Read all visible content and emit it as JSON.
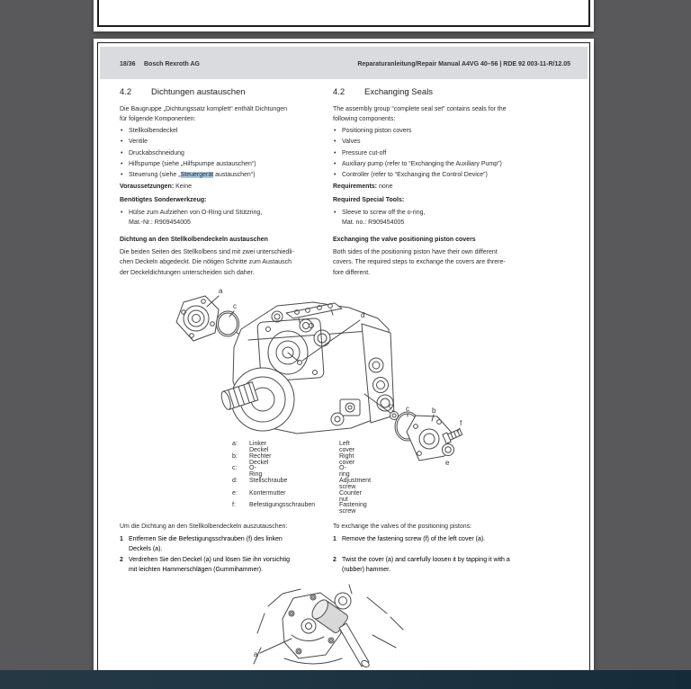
{
  "header": {
    "page_number": "18/36",
    "company": "Bosch Rexroth AG",
    "manual_title": "Reparaturanleitung/Repair Manual A4VG 40–56 | RDE 92 003-11-R/12.05"
  },
  "left_column": {
    "section_number": "4.2",
    "section_title": "Dichtungen austauschen",
    "intro": "Die Baugruppe „Dichtungssatz komplett“ enthält Dichtungen\nfür folgende Komponenten:",
    "bullets": [
      "Stellkolbendeckel",
      "Ventile",
      "Druckabschneidung",
      "Hilfspumpe (siehe „Hilfspumpe austauschen“)"
    ],
    "bullet_highlight": {
      "pre": "Steuerung (siehe „",
      "highlight": "Steuergerät",
      "post": " austauschen“)"
    },
    "requirements_label": "Voraussetzungen:",
    "requirements_value": " Keine",
    "tools_heading": "Benötigtes Sonderwerkzeug:",
    "tool_bullet": "Hülse zum Aufziehen von O-Ring und Stützring,\nMat.-Nr.: R909454005",
    "sub_heading": "Dichtung an den Stellkolbendeckeln austauschen",
    "sub_para": "Die beiden Seiten des Stellkolbens sind mit zwei unterschiedli-\nchen Deckeln abgedeckt. Die nötigen Schritte zum Austausch\nder Deckeldichtungen unterscheiden sich daher.",
    "steps_intro": "Um die Dichtung an den Stellkolbendeckeln auszutauschen:",
    "steps": [
      {
        "num": "1",
        "text": "Entfernen Sie die Befestigungsschrauben (f) des linken\nDeckels (a)."
      },
      {
        "num": "2",
        "text": "Verdrehen Sie den Deckel (a) und lösen Sie ihn vorsichtig\nmit leichten Hammerschlägen (Gummihammer)."
      }
    ]
  },
  "right_column": {
    "section_number": "4.2",
    "section_title": "Exchanging Seals",
    "intro": "The assembly group “complete seal set” contains seals for the\nfollowing components:",
    "bullets": [
      "Positioning piston covers",
      "Valves",
      "Pressure cut-off",
      "Auxiliary pump (refer to “Exchanging the Auxiliary Pump”)",
      "Controller (refer to “Exchanging the Control Device”)"
    ],
    "requirements_label": "Requirements:",
    "requirements_value": " none",
    "tools_heading": "Required Special Tools:",
    "tool_bullet": "Sleeve to screw off the o-ring,\nMat. no.: R909454005",
    "sub_heading": "Exchanging the valve positioning piston covers",
    "sub_para": "Both sides of the positioning piston have their own different\ncovers. The required steps to exchange the covers are threre-\nfore different.",
    "steps_intro": "To exchange the valves of the positioning pistons:",
    "steps": [
      {
        "num": "1",
        "text": "Remove the fastening screw (f) of the left cover (a)."
      },
      {
        "num": "2",
        "text": "Twist the cover (a) and carefully loosen it by tapping it with a\n(rubber) hammer."
      }
    ]
  },
  "legend": {
    "rows": [
      {
        "key": "a:",
        "de": "Linker Deckel",
        "en": "Left cover"
      },
      {
        "key": "b:",
        "de": "Rechter Deckel",
        "en": "Right cover"
      },
      {
        "key": "c:",
        "de": "O-Ring",
        "en": "O-ring"
      },
      {
        "key": "d:",
        "de": "Stellschraube",
        "en": "Adjustment screw"
      },
      {
        "key": "e:",
        "de": "Kontermutter",
        "en": "Counter nut"
      },
      {
        "key": "f:",
        "de": "Befestigungsschrauben",
        "en": "Fastening screw"
      }
    ]
  },
  "diagram_labels": {
    "a": "a",
    "b": "b",
    "c": "c",
    "d": "d",
    "e": "e",
    "f": "f"
  },
  "colors": {
    "highlight": "#a6c9e9",
    "header_band": "#d9dbde",
    "canvas": "#59595b"
  }
}
